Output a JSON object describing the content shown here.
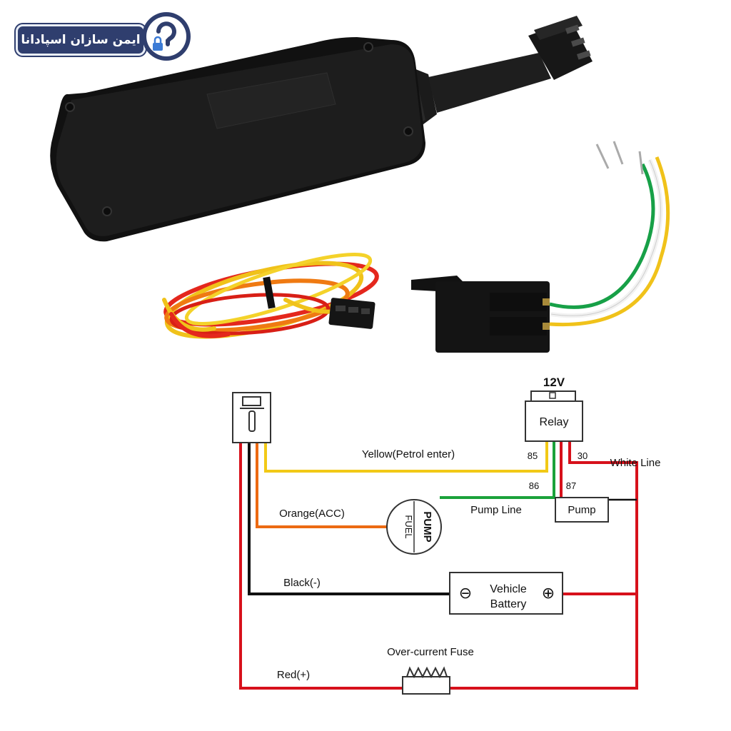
{
  "logo": {
    "text": "ایمن سازان اسپادانا"
  },
  "diagram": {
    "relay_voltage": "12V",
    "relay_label": "Relay",
    "pin_85": "85",
    "pin_86": "86",
    "pin_30": "30",
    "pin_87": "87",
    "yellow_label": "Yellow(Petrol enter)",
    "orange_label": "Orange(ACC)",
    "pump_line_label": "Pump Line",
    "white_line_label": "White Line",
    "pump_box_label": "Pump",
    "black_label": "Black(-)",
    "battery_line1": "Vehicle",
    "battery_line2": "Battery",
    "battery_minus": "⊖",
    "battery_plus": "⊕",
    "fuse_label": "Over-current Fuse",
    "red_label": "Red(+)",
    "fuel_pump_word1": "FUEL",
    "fuel_pump_word2": "PUMP"
  },
  "colors": {
    "red": "#d7111b",
    "black": "#111111",
    "yellow": "#f2c916",
    "orange": "#ec6a12",
    "green": "#1aa23a",
    "logo_blue": "#2f3e6e"
  }
}
